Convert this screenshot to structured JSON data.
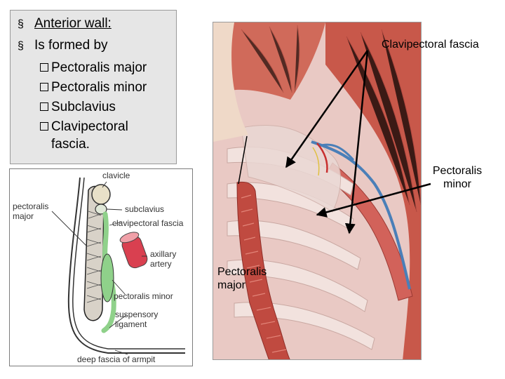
{
  "textbox": {
    "heading": "Anterior wall:",
    "intro": "Is formed by",
    "bullet_glyph": "§",
    "items": [
      "Pectoralis major",
      "Pectoralis minor",
      "Subclavius",
      "Clavipectoral fascia."
    ]
  },
  "diagram": {
    "labels": {
      "clavicle": "clavicle",
      "pectoralis_major": "pectoralis major",
      "subclavius": "subclavius",
      "clavipectoral_fascia": "clavipectoral fascia",
      "axillary_artery": "axillary artery",
      "pectoralis_minor": "pectoralis minor",
      "suspensory_ligament": "suspensory ligament",
      "deep_fascia": "deep fascia of armpit"
    }
  },
  "illustration": {
    "callouts": {
      "clavipectoral_fascia": "Clavipectoral fascia",
      "pectoralis_minor": "Pectoralis minor",
      "pectoralis_major": "Pectoralis major"
    }
  },
  "colors": {
    "textbox_bg": "#e6e6e6",
    "muscle_red": "#c8584a",
    "fascia_pink": "#e9c9c4",
    "vessel_blue": "#4a7fb8",
    "diagram_green": "#8fd18a"
  }
}
